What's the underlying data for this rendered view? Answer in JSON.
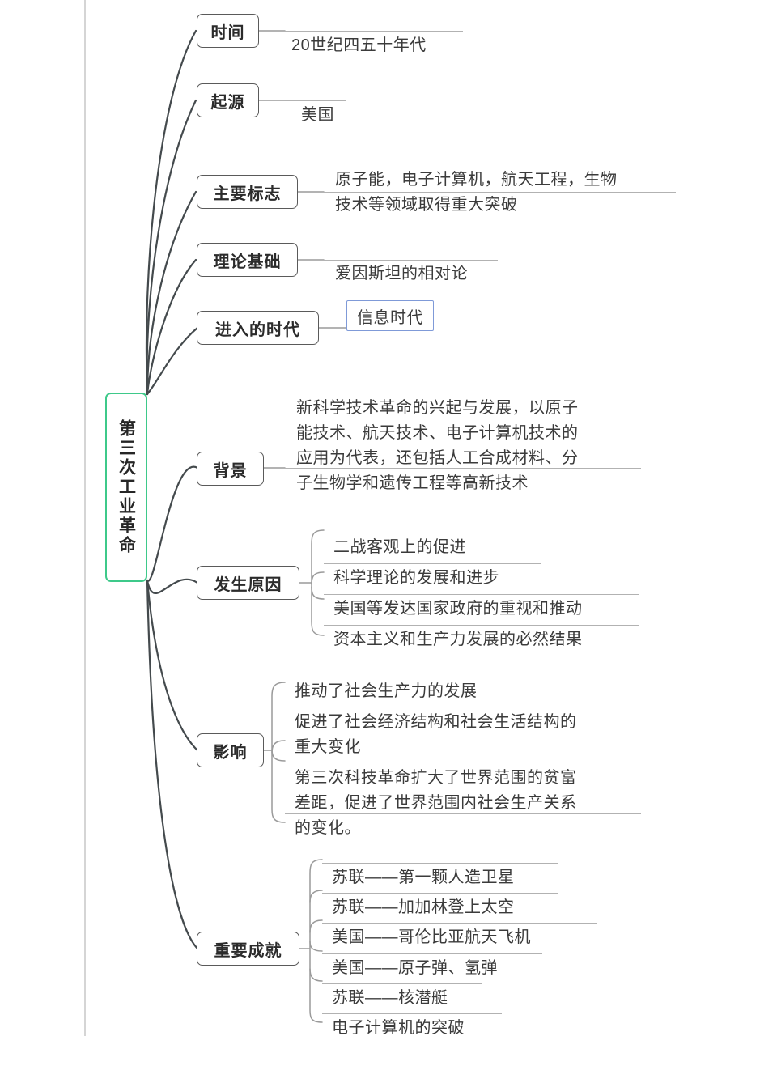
{
  "diagram": {
    "title": "第三次工业革命",
    "type": "mind-map",
    "root": {
      "label": "第三次工业革命",
      "border_color": "#3ec98a",
      "orientation": "vertical-text"
    },
    "highlight_color": "#7f9ad8",
    "branches": [
      {
        "label": "时间",
        "items": [
          {
            "text": "20世纪四五十年代"
          }
        ]
      },
      {
        "label": "起源",
        "items": [
          {
            "text": "美国"
          }
        ]
      },
      {
        "label": "主要标志",
        "items": [
          {
            "text": "原子能，电子计算机，航天工程，生物\n技术等领域取得重大突破"
          }
        ]
      },
      {
        "label": "理论基础",
        "items": [
          {
            "text": "爱因斯坦的相对论"
          }
        ]
      },
      {
        "label": "进入的时代",
        "items": [
          {
            "text": "信息时代",
            "highlighted": true
          }
        ]
      },
      {
        "label": "背景",
        "items": [
          {
            "text": "新科学技术革命的兴起与发展，以原子\n能技术、航天技术、电子计算机技术的\n应用为代表，还包括人工合成材料、分\n子生物学和遗传工程等高新技术"
          }
        ]
      },
      {
        "label": "发生原因",
        "items": [
          {
            "text": "二战客观上的促进"
          },
          {
            "text": "科学理论的发展和进步"
          },
          {
            "text": "美国等发达国家政府的重视和推动"
          },
          {
            "text": "资本主义和生产力发展的必然结果"
          }
        ]
      },
      {
        "label": "影响",
        "items": [
          {
            "text": "推动了社会生产力的发展"
          },
          {
            "text": "促进了社会经济结构和社会生活结构的\n重大变化"
          },
          {
            "text": "第三次科技革命扩大了世界范围的贫富\n差距，促进了世界范围内社会生产关系\n的变化。"
          }
        ]
      },
      {
        "label": "重要成就",
        "items": [
          {
            "text": "苏联——第一颗人造卫星"
          },
          {
            "text": "苏联——加加林登上太空"
          },
          {
            "text": "美国——哥伦比亚航天飞机"
          },
          {
            "text": "美国——原子弹、氢弹"
          },
          {
            "text": "苏联——核潜艇"
          },
          {
            "text": "电子计算机的突破"
          }
        ]
      }
    ]
  }
}
